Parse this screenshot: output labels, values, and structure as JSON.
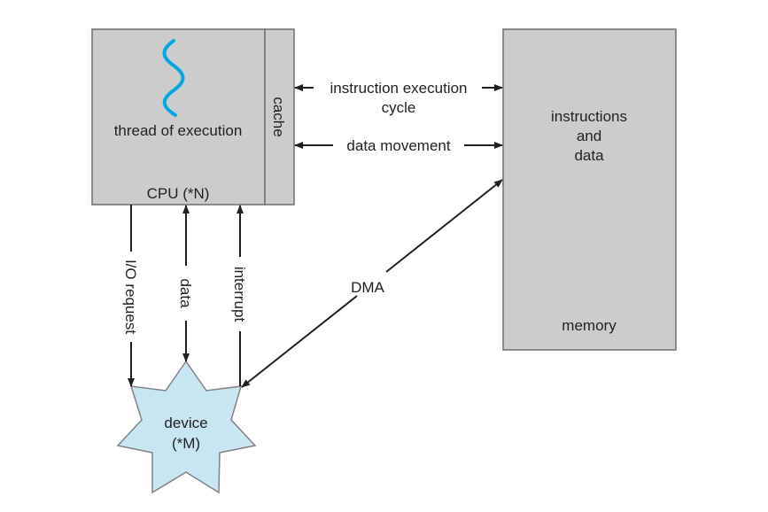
{
  "diagram": {
    "cpu": {
      "thread_label": "thread of execution",
      "cpu_label": "CPU (*N)",
      "cache_label": "cache"
    },
    "memory": {
      "content_line1": "instructions",
      "content_line2": "and",
      "content_line3": "data",
      "label": "memory"
    },
    "device": {
      "line1": "device",
      "line2": "(*M)"
    },
    "arrows": {
      "instruction_cycle_line1": "instruction execution",
      "instruction_cycle_line2": "cycle",
      "data_movement": "data movement",
      "io_request": "I/O request",
      "data": "data",
      "interrupt": "interrupt",
      "dma": "DMA"
    },
    "colors": {
      "box_fill": "#cccccc",
      "thread_wave": "#00a9e0",
      "device_fill": "#c7e6f2"
    }
  }
}
